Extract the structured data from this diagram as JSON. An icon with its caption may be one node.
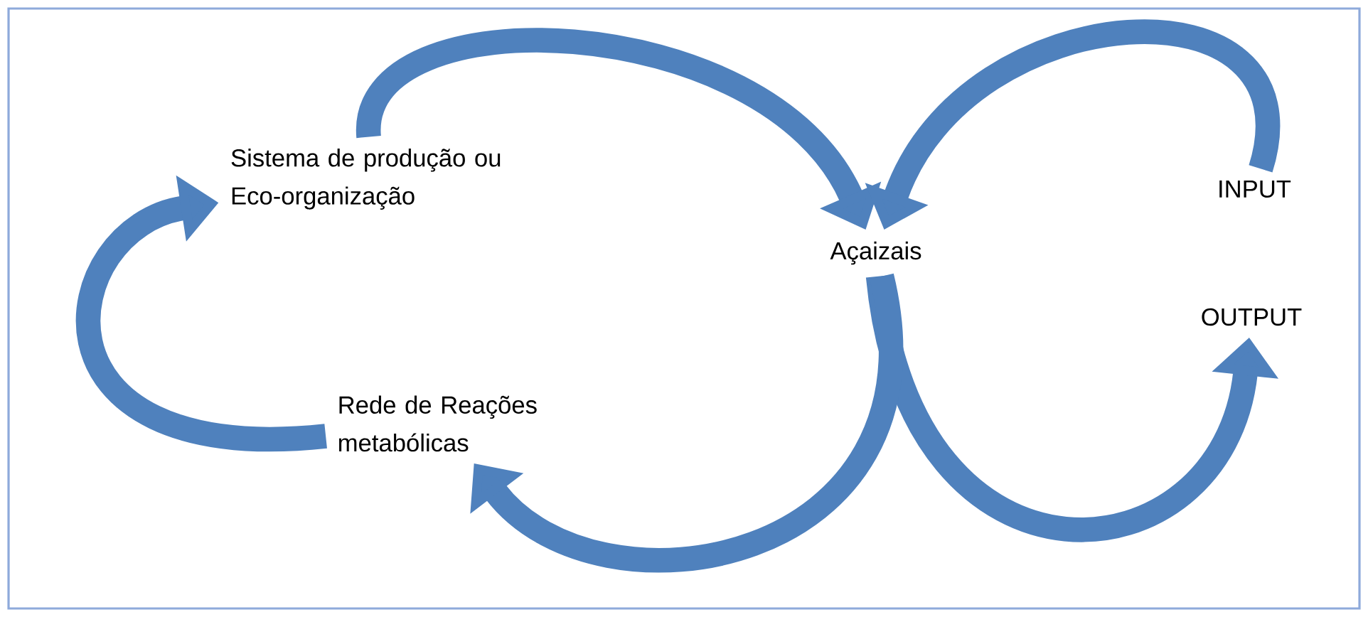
{
  "diagram": {
    "nodes": [
      {
        "text": [
          "Sistema de produção ou Eco-organização"
        ]
      },
      {
        "text": [
          "Açaizais"
        ]
      },
      {
        "text": [
          "INPUT"
        ]
      },
      {
        "text": [
          "OUTPUT"
        ]
      },
      {
        "text": [
          "Rede de Reações metabólicas"
        ]
      }
    ],
    "edges": [
      {
        "from": 0,
        "to": 1,
        "arrow": "to"
      },
      {
        "from": 2,
        "to": 1,
        "arrow": "to"
      },
      {
        "from": 1,
        "to": 3,
        "arrow": "to"
      },
      {
        "from": 1,
        "to": 4,
        "arrow": "to"
      },
      {
        "from": 4,
        "to": 0,
        "arrow": "to"
      }
    ]
  }
}
